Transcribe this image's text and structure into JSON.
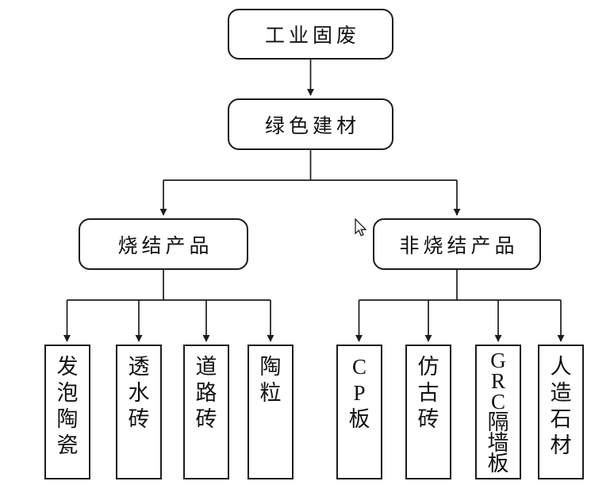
{
  "diagram": {
    "title_node": "工业固废",
    "nodes": {
      "root": {
        "label": "工业固废"
      },
      "material": {
        "label": "绿色建材"
      },
      "sintered": {
        "label": "烧结产品"
      },
      "non_sintered": {
        "label": "非烧结产品"
      },
      "sintered_children": [
        {
          "label": "发泡陶瓷"
        },
        {
          "label": "透水砖"
        },
        {
          "label": "道路砖"
        },
        {
          "label": "陶粒"
        }
      ],
      "non_sintered_children": [
        {
          "label": "CP板"
        },
        {
          "label": "仿古砖"
        },
        {
          "label": "GRC隔墙板"
        },
        {
          "label": "人造石材"
        }
      ]
    },
    "edges": [
      "工业固废 -> 绿色建材",
      "绿色建材 -> 烧结产品",
      "绿色建材 -> 非烧结产品",
      "烧结产品 -> 发泡陶瓷",
      "烧结产品 -> 透水砖",
      "烧结产品 -> 道路砖",
      "烧结产品 -> 陶粒",
      "非烧结产品 -> CP板",
      "非烧结产品 -> 仿古砖",
      "非烧结产品 -> GRC隔墙板",
      "非烧结产品 -> 人造石材"
    ],
    "colors": {
      "background": "#ffffff",
      "line": "#1c1c1c",
      "border": "#1c1c1c",
      "text": "#111111"
    }
  }
}
